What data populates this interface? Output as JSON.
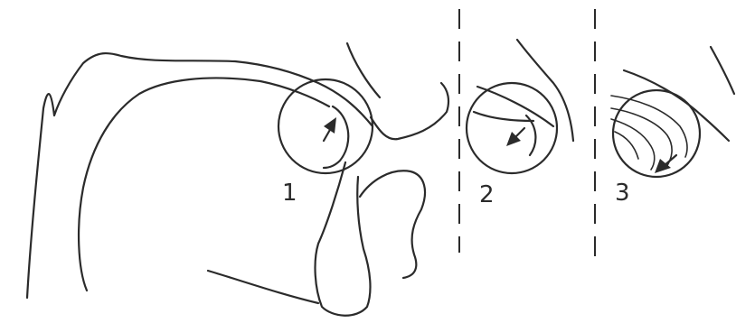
{
  "labels": {
    "one": "1",
    "two": "2",
    "three": "3"
  },
  "colors": {
    "ink": "#2b2b2b",
    "background": "#ffffff"
  }
}
